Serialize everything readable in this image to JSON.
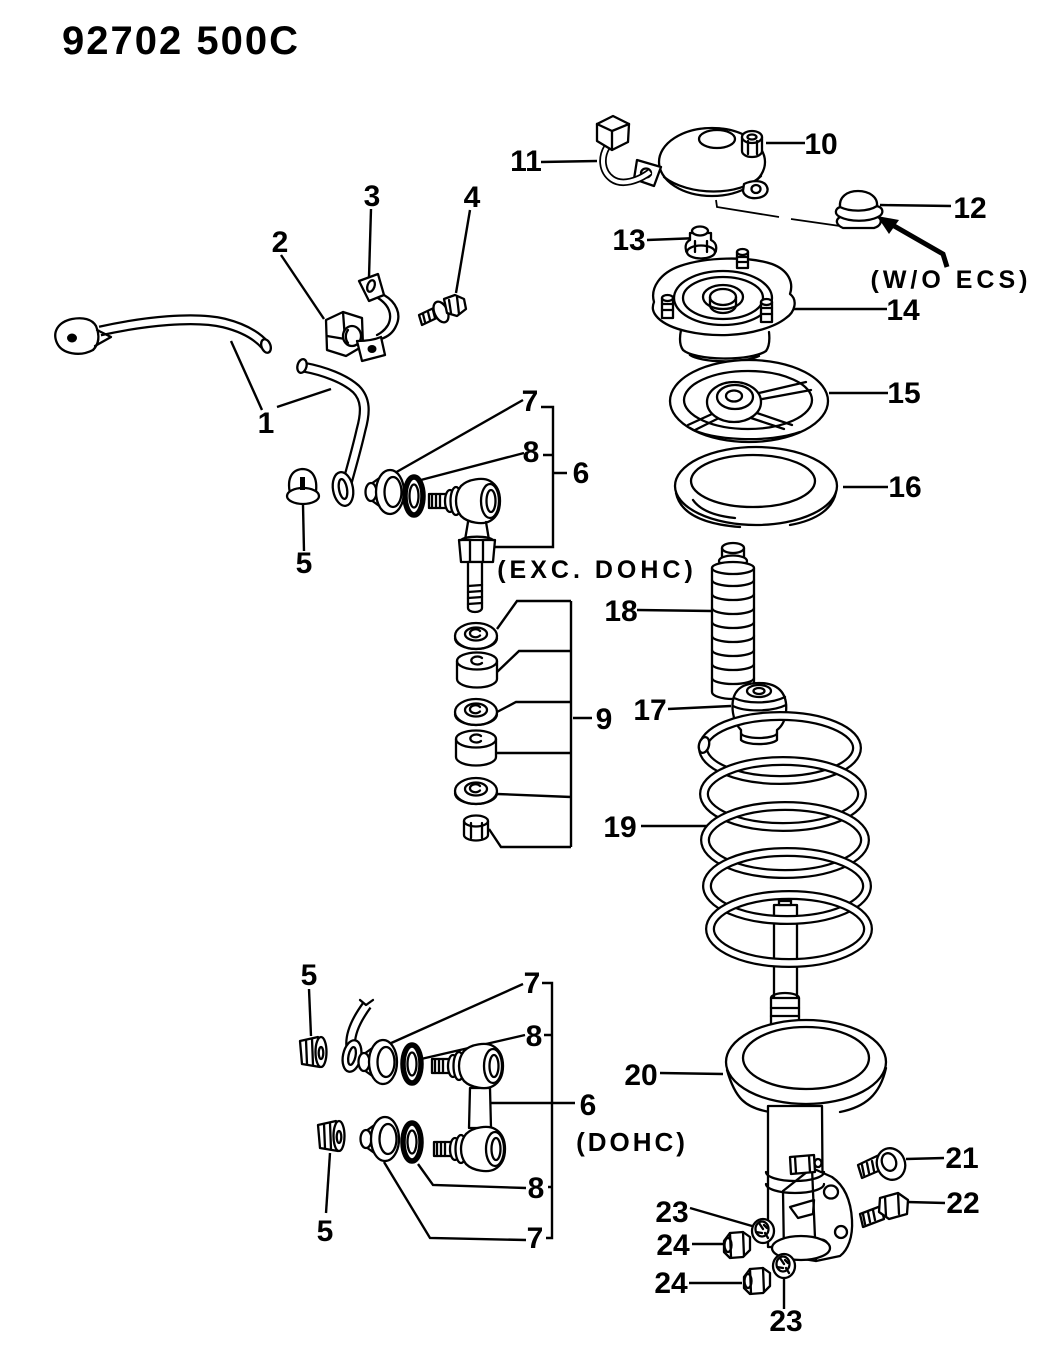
{
  "page": {
    "title": "92702 500C",
    "background": "#ffffff",
    "line_color": "#000000"
  },
  "notes": {
    "wo_ecs": "(W/O ECS)",
    "exc_dohc": "(EXC. DOHC)",
    "dohc": "(DOHC)"
  },
  "callouts": [
    "1",
    "2",
    "3",
    "4",
    "5",
    "6",
    "7",
    "8",
    "9",
    "10",
    "11",
    "12",
    "13",
    "14",
    "15",
    "16",
    "17",
    "18",
    "19",
    "20",
    "21",
    "22",
    "23",
    "24",
    "24",
    "23",
    "5",
    "5",
    "7",
    "8",
    "6",
    "8",
    "7"
  ]
}
